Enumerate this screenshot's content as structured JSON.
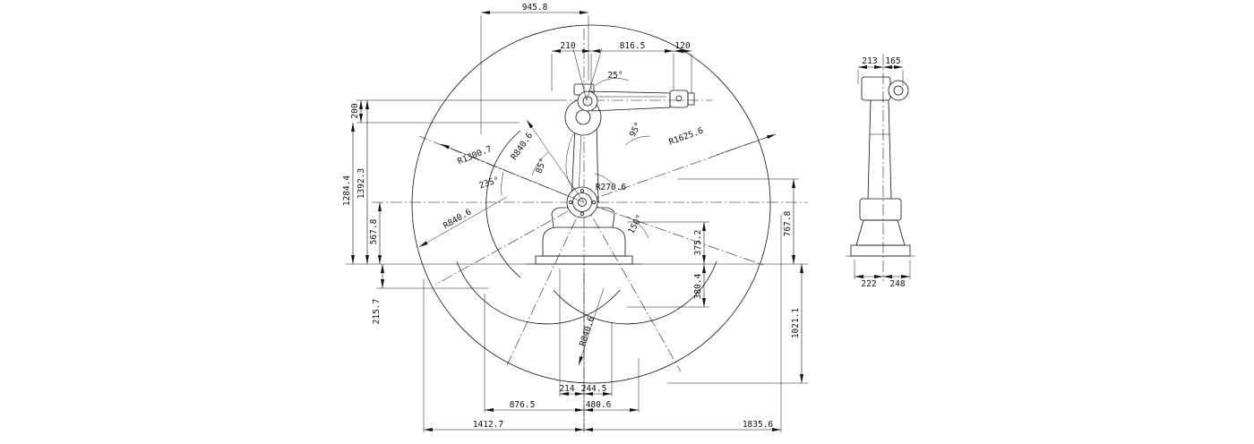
{
  "drawing": {
    "type": "industrial-robot-dimension-and-work-envelope-drawing",
    "views": {
      "main": "side elevation with working range",
      "side": "front elevation"
    }
  },
  "colors": {
    "line": "#111111",
    "background": "#ffffff"
  },
  "main_view": {
    "top_dimensions": [
      "945.8",
      "210",
      "816.5",
      "120"
    ],
    "left_dimensions": [
      "200",
      "1284.4",
      "1392.3",
      "567.8",
      "215.7"
    ],
    "right_dimensions": [
      "767.8",
      "375.2",
      "380.4",
      "1021.1"
    ],
    "bottom_dimensions": [
      "214",
      "244.5",
      "876.5",
      "480.6",
      "1412.7",
      "1835.6"
    ],
    "radius_labels": [
      "R1300.7",
      "R840.6",
      "R1625.6",
      "R270.6",
      "R840.6",
      "R840.6"
    ],
    "angle_labels": [
      "25°",
      "95°",
      "85°",
      "235°",
      "150°"
    ]
  },
  "side_view": {
    "top_dimensions": [
      "213",
      "165"
    ],
    "bottom_dimensions": [
      "222",
      "248"
    ]
  }
}
